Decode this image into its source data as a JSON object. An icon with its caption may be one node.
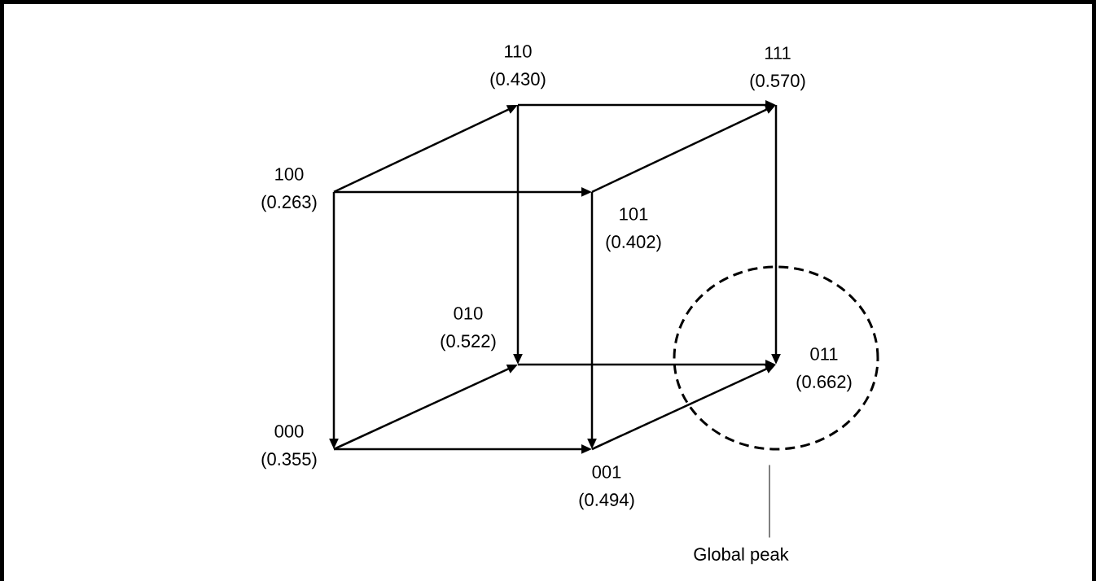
{
  "diagram": {
    "nodes": [
      {
        "text": [
          "100",
          "(0.263)"
        ]
      },
      {
        "text": [
          "110",
          "(0.430)"
        ]
      },
      {
        "text": [
          "111",
          "(0.570)"
        ]
      },
      {
        "text": [
          "101",
          "(0.402)"
        ]
      },
      {
        "text": [
          "010",
          "(0.522)"
        ]
      },
      {
        "text": [
          "011",
          "(0.662)"
        ],
        "in": 8
      },
      {
        "text": [
          "000",
          "(0.355)"
        ]
      },
      {
        "text": [
          "001",
          "(0.494)"
        ]
      },
      {
        "text": [],
        "shape": "circle"
      },
      {
        "text": [
          "Global peak"
        ]
      }
    ],
    "edges": [
      {
        "from": 0,
        "to": 1,
        "arrow": "to"
      },
      {
        "from": 0,
        "to": 3,
        "arrow": "to"
      },
      {
        "from": 0,
        "to": 6,
        "arrow": "to"
      },
      {
        "from": 1,
        "to": 2,
        "arrow": "to"
      },
      {
        "from": 1,
        "to": 4,
        "arrow": "to"
      },
      {
        "from": 3,
        "to": 2,
        "arrow": "to"
      },
      {
        "from": 3,
        "to": 7,
        "arrow": "to"
      },
      {
        "from": 2,
        "to": 5,
        "arrow": "to"
      },
      {
        "from": 6,
        "to": 4,
        "arrow": "to"
      },
      {
        "from": 6,
        "to": 7,
        "arrow": "to"
      },
      {
        "from": 4,
        "to": 5,
        "arrow": "to"
      },
      {
        "from": 7,
        "to": 5,
        "arrow": "to"
      },
      {
        "from": 9,
        "to": 8,
        "arrow": "none"
      }
    ]
  }
}
